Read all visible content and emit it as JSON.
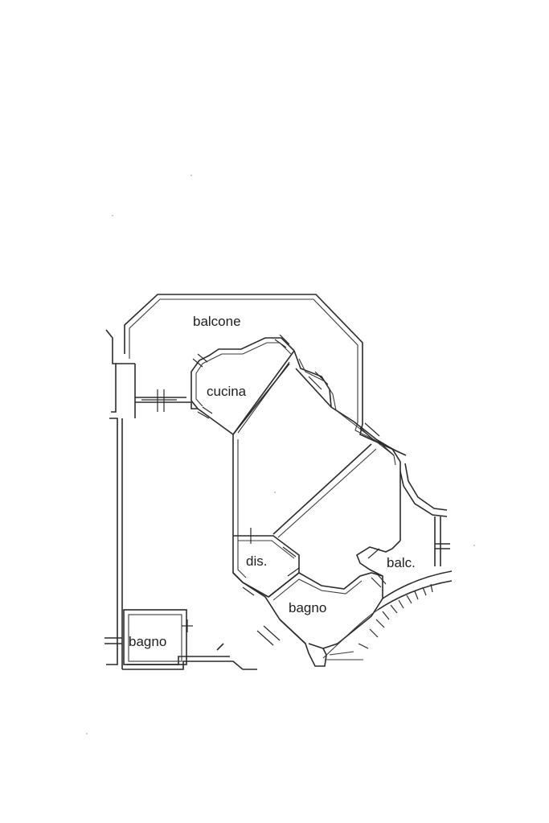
{
  "floor_plan": {
    "rooms": [
      {
        "id": "balcone",
        "label": "balcone"
      },
      {
        "id": "cucina",
        "label": "cucina"
      },
      {
        "id": "disimpegno",
        "label": "dis."
      },
      {
        "id": "balcone-small",
        "label": "balc."
      },
      {
        "id": "bagno-main",
        "label": "bagno"
      },
      {
        "id": "bagno-small",
        "label": "bagno"
      }
    ],
    "colors": {
      "line": "#2b2b2b",
      "background": "#ffffff",
      "text": "#1e1e1e"
    }
  }
}
